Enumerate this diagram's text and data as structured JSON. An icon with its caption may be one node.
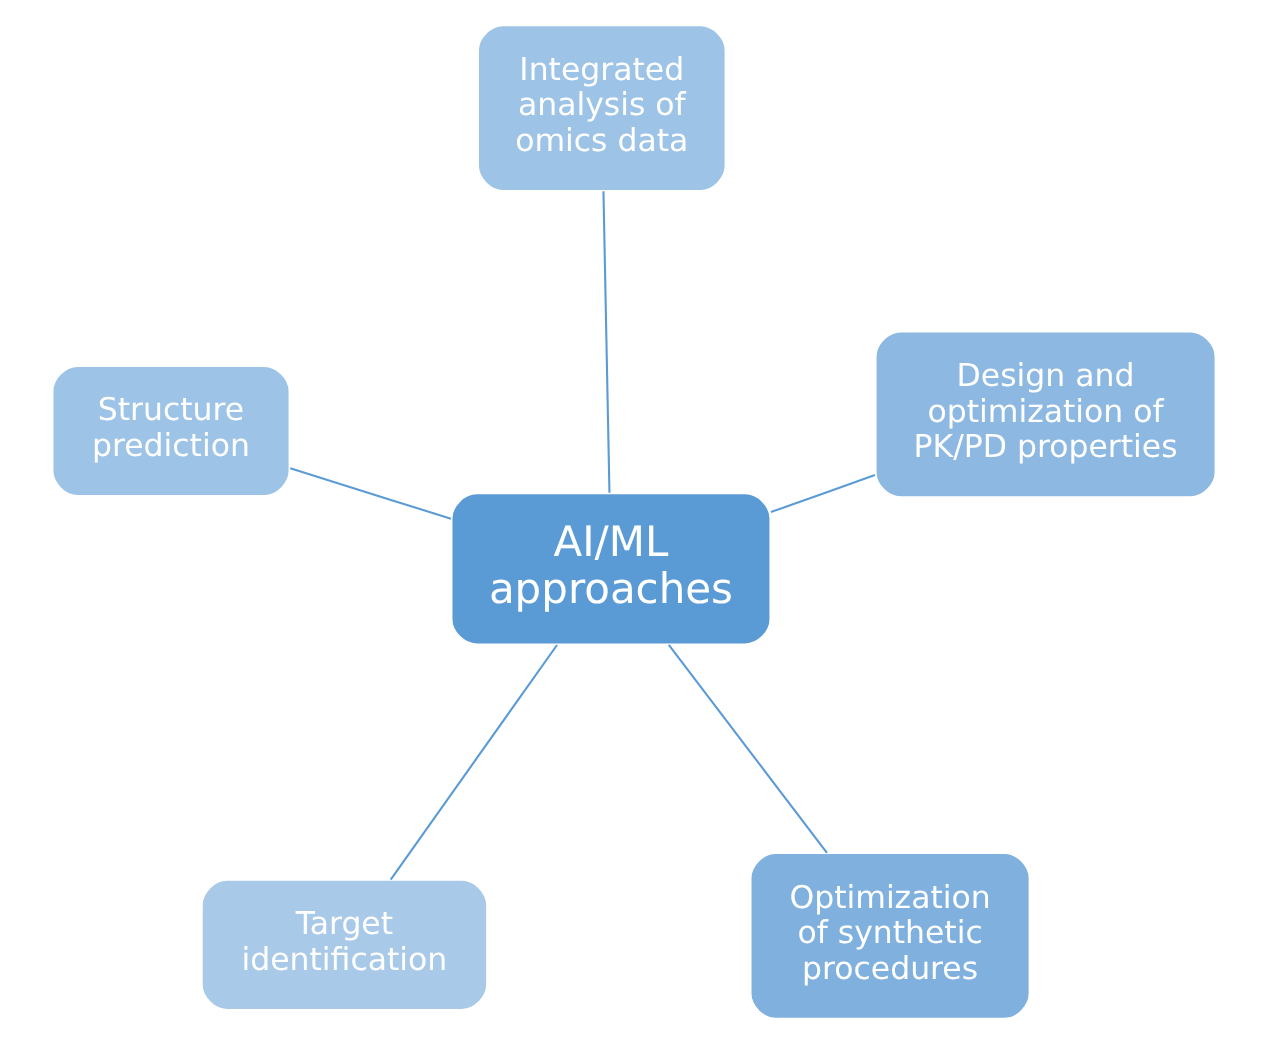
{
  "diagram": {
    "nodes": [
      {
        "text": [
          "Target identification"
        ]
      },
      {
        "text": [
          "Optimization of synthetic procedures"
        ]
      },
      {
        "text": [
          "AI/ML approaches"
        ]
      },
      {
        "text": [
          "Integrated analysis of omics data"
        ]
      },
      {
        "text": [
          "Design and optimization of PK/PD properties"
        ]
      },
      {
        "text": [
          "Structure prediction"
        ]
      }
    ],
    "edges": [
      {
        "from": 2,
        "to": 0,
        "arrow": "none"
      },
      {
        "from": 2,
        "to": 1,
        "arrow": "none"
      },
      {
        "from": 2,
        "to": 3,
        "arrow": "none"
      },
      {
        "from": 2,
        "to": 4,
        "arrow": "none"
      },
      {
        "from": 2,
        "to": 5,
        "arrow": "none"
      }
    ]
  }
}
